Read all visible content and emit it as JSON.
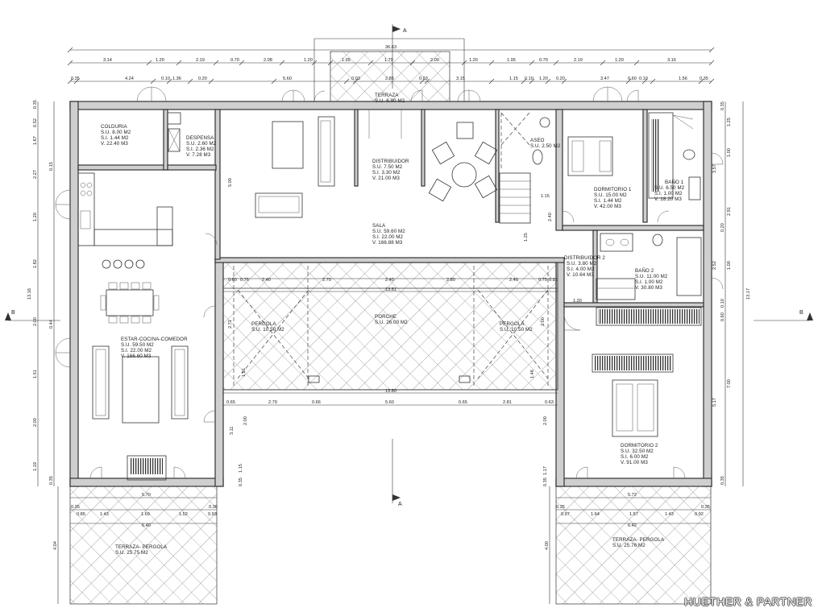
{
  "rooms": [
    {
      "name": "COLDURIA",
      "su": "S.U.  8.00  M2",
      "si": "S.I.  1.44  M2",
      "v": "V.    22.40  M3"
    },
    {
      "name": "DESPENSA",
      "su": "S.U.  2.60  M2",
      "si": "S.I.  2.36  M2",
      "v": "V.    7.28  M3"
    },
    {
      "name": "TERRAZA",
      "su": "S.U.  6.00  M2"
    },
    {
      "name": "DISTRIBUIDOR",
      "su": "S.U.  7.50  M2",
      "si": "S.I.  3.30  M2",
      "v": "V.    21.00  M3"
    },
    {
      "name": "ASEO",
      "su": "S.U.  2.50  M2"
    },
    {
      "name": "DORMITORIO 1",
      "su": "S.U.  15.00  M2",
      "si": "S.I.  1.44  M2",
      "v": "V.    42.00  M3"
    },
    {
      "name": "BAÑO 1",
      "su": "S.U.  6.50  M2",
      "si": "S.I.  1.00  M2",
      "v": "V.    18.20  M3"
    },
    {
      "name": "SALA",
      "su": "S.U.  59.60  M2",
      "si": "S.I.  22.00  M2",
      "v": "V.    166.88  M3"
    },
    {
      "name": "DISTRIBUIDOR 2",
      "su": "S.U.  3.80  M2",
      "si": "S.I.  4.00  M2",
      "v": "V.    10.64  M3"
    },
    {
      "name": "BAÑO 2",
      "su": "S.U.  11.00  M2",
      "si": "S.I.  1.00  M2",
      "v": "V.    30.80  M3"
    },
    {
      "name": "ESTAR-COCINA-COMEDOR",
      "su": "S.U.  59.50  M2",
      "si": "S.I.  22.00  M2",
      "v": "V.    166.60  M3"
    },
    {
      "name": "PERGOLA",
      "su": "S.U.  10.50  M2"
    },
    {
      "name": "PORCHE",
      "su": "S.U.  26.00  M2"
    },
    {
      "name": "PERGOLA",
      "su": "S.U.  10.50  M2"
    },
    {
      "name": "DORMITORIO 2",
      "su": "S.U.  32.50  M2",
      "si": "S.I.  6.00  M2",
      "v": "V.    91.00  M3"
    },
    {
      "name": "TERRAZA- PERGOLA",
      "su": "S.U.  25.75  M2"
    },
    {
      "name": "TERRAZA- PERGOLA",
      "su": "S.U.  25.76  M2"
    }
  ],
  "dimensions": {
    "top_total": "36.63",
    "top_row1": [
      "3.14",
      "1.20",
      "2.19",
      "0.70",
      "2.08",
      "1.20",
      "1.95",
      "1.79",
      "2.00",
      "1.20",
      "1.95",
      "0.70",
      "2.19",
      "1.20",
      "3.16"
    ],
    "top_row2": [
      "0.35",
      "4.24",
      "0.10",
      "1.36",
      "0.20",
      "5.60",
      "0.03",
      "2.85",
      "0.03",
      "3.15",
      "1.15",
      "0.10",
      "1.20",
      "0.20",
      "3.47",
      "0.60",
      "0.10",
      "1.56",
      "0.35"
    ],
    "porch_top": [
      "0.60",
      "0.76",
      "2.40",
      "2.70",
      "2.40",
      "2.80",
      "2.40",
      "0.75",
      "0.31"
    ],
    "porch_mid": "13.81",
    "porch_bottom_total": "13.80",
    "porch_bottom": [
      "0.65",
      "2.79",
      "0.66",
      "5.60",
      "0.65",
      "2.81",
      "0.63"
    ],
    "left_outer": [
      "0.35",
      "0.52",
      "1.67",
      "0.15",
      "2.27",
      "1.20",
      "1.82",
      "2.00",
      "0.44",
      "1.51",
      "2.00",
      "1.19",
      "0.35"
    ],
    "left_total": "13.16",
    "right_outer": [
      "0.35",
      "1.25",
      "1.00",
      "2.91",
      "1.00",
      "0.10",
      "0.60",
      "7.00",
      "0.35"
    ],
    "right_inner": [
      "3.57",
      "0.20",
      "2.52",
      "5.17"
    ],
    "right_total": "13.17",
    "inner_misc": [
      "5.00",
      "1.15",
      "2.40",
      "1.25",
      "1.20",
      "3.11",
      "1.15",
      "0.35",
      "2.00",
      "1.17",
      "0.35",
      "2.71",
      "1.51",
      "1.46",
      "2.00",
      "2.00"
    ],
    "terrace_left_total": "5.70",
    "terrace_left": [
      "0.35",
      "0.85",
      "1.43",
      "1.69",
      "1.52",
      "0.93",
      "0.36"
    ],
    "terrace_left_sub": "6.40",
    "terrace_left_height": "4.04",
    "terrace_right_total": "5.72",
    "terrace_right": [
      "0.35",
      "0.97",
      "1.64",
      "1.57",
      "1.43",
      "0.92",
      "0.35"
    ],
    "terrace_right_sub": "6.42",
    "terrace_right_height": "4.00"
  },
  "section_marks": {
    "a": "A",
    "b": "B"
  },
  "brand": "HUETHER & PARTNER"
}
